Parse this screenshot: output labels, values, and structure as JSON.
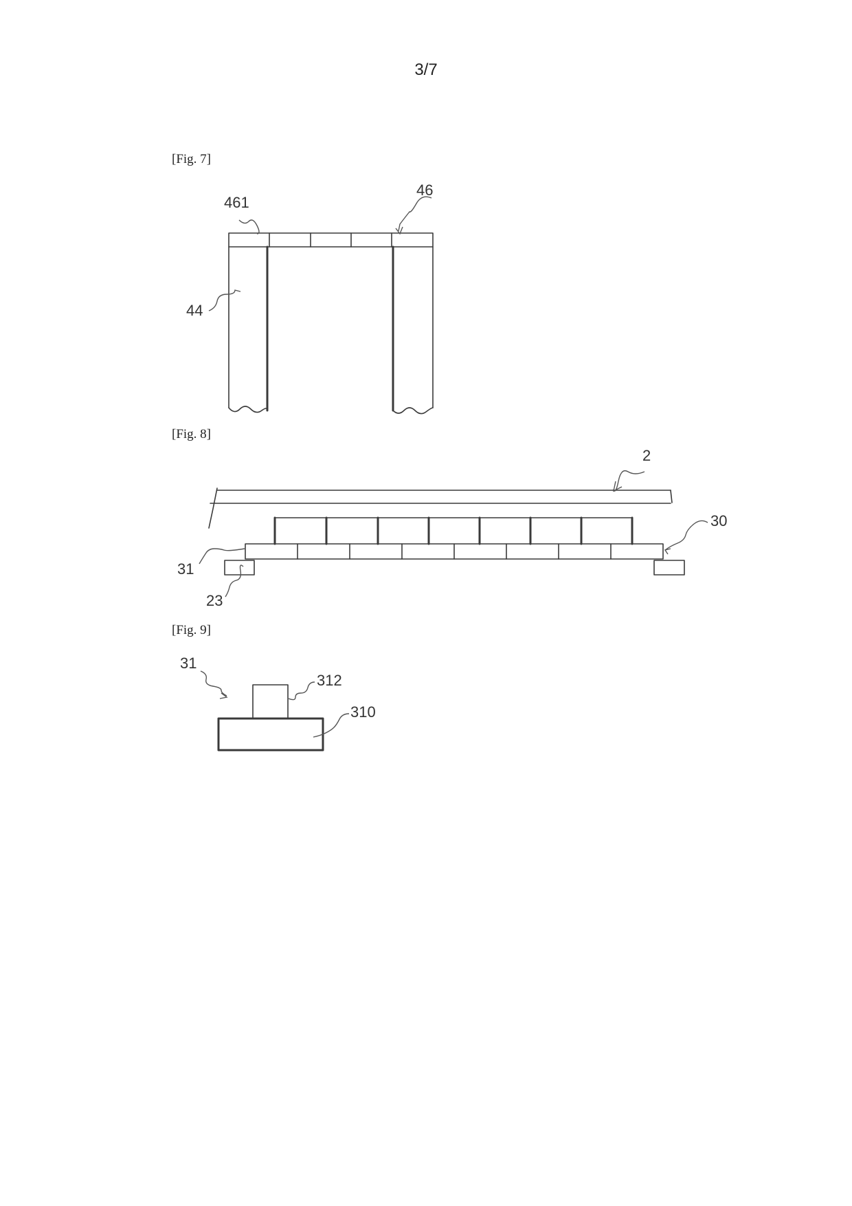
{
  "page": {
    "number": "3/7"
  },
  "figures": [
    {
      "caption": "[Fig. 7]",
      "labels": {
        "a": "461",
        "b": "46",
        "c": "44"
      }
    },
    {
      "caption": "[Fig. 8]",
      "labels": {
        "a": "2",
        "b": "30",
        "c": "31",
        "d": "23"
      }
    },
    {
      "caption": "[Fig. 9]",
      "labels": {
        "a": "31",
        "b": "312",
        "c": "310"
      }
    }
  ]
}
